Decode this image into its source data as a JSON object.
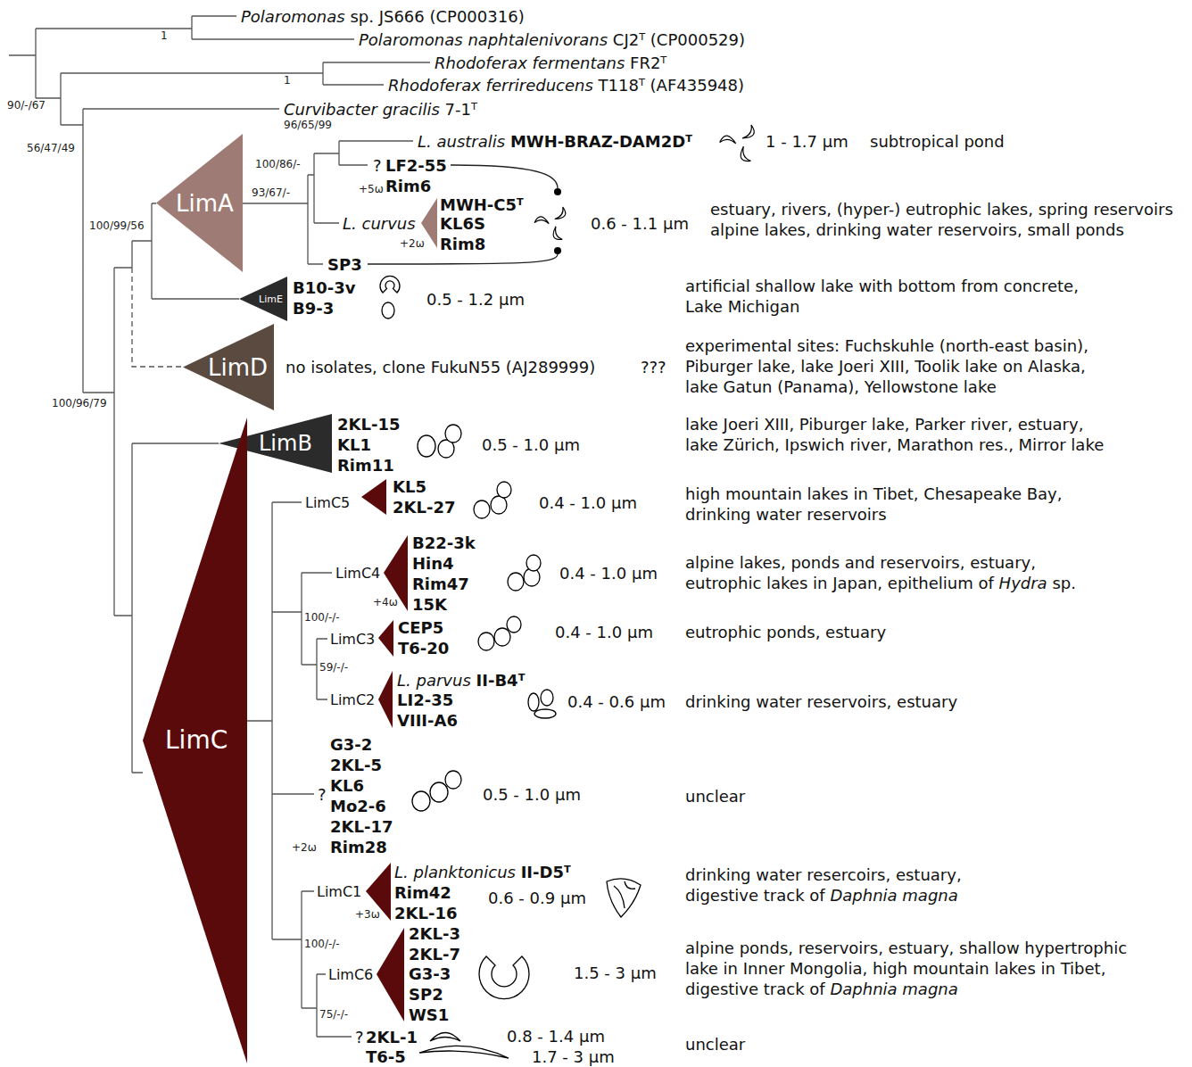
{
  "diagram": {
    "nodes": [
      {
        "text": [
          "LimA"
        ]
      },
      {
        "text": [
          "LimE"
        ]
      },
      {
        "text": [
          "LimD"
        ]
      },
      {
        "text": [
          "LimB"
        ]
      },
      {
        "text": [
          "LimC"
        ]
      }
    ],
    "labels": [
      "Polaromonas sp. JS666 (CP000316)",
      "1",
      "Polaromonas naphtalenivorans CJ2ᵀ (CP000529)",
      "Rhodoferax fermentans FR2ᵀ",
      "1",
      "Rhodoferax ferrireducens T118ᵀ (AF435948)",
      "90/-/67",
      "Curvibacter gracilis 7-1ᵀ",
      "96/65/99",
      "L. australis MWH-BRAZ-DAM2Dᵀ",
      "1 - 1.7 µm",
      "subtropical pond",
      "56/47/49",
      "100/86/-",
      "?",
      "LF2-55",
      "+5ω",
      "Rim6",
      "93/67/-",
      "MWH-C5ᵀ",
      "estuary, rivers, (hyper-) eutrophic lakes, spring reservoirs alpine lakes, drinking water reservoirs, small ponds",
      "L. curvus",
      "KL6S",
      "0.6 - 1.1 µm",
      "100/99/56",
      "+2ω",
      "Rim8",
      "SP3",
      "B10-3v",
      "artificial shallow lake with bottom from concrete, Lake Michigan",
      "0.5 - 1.2 µm",
      "B9-3",
      "experimental sites: Fuchskuhle (north-east basin), Piburger lake, lake Joeri XIII, Toolik lake on Alaska, lake Gatun (Panama), Yellowstone lake",
      "no isolates, clone FukuN55 (AJ289999)",
      "???",
      "100/96/79",
      "2KL-15",
      "lake Joeri XIII, Piburger lake, Parker river, estuary, lake Zürich, Ipswich river, Marathon res., Mirror lake",
      "KL1",
      "0.5 - 1.0 µm",
      "Rim11",
      "KL5",
      "high mountain lakes in Tibet, Chesapeake Bay, drinking water reservoirs",
      "LimC5",
      "0.4 - 1.0 µm",
      "2KL-27",
      "B22-3k",
      "alpine lakes, ponds and reservoirs, estuary, eutrophic lakes in Japan, epithelium of Hydra sp.",
      "Hin4",
      "LimC4",
      "0.4 - 1.0 µm",
      "Rim47",
      "+4ω",
      "15K",
      "100/-/-",
      "CEP5",
      "0.4 - 1.0 µm",
      "eutrophic ponds, estuary",
      "LimC3",
      "T6-20",
      "59/-/-",
      "L. parvus II-B4ᵀ",
      "LI2-35",
      "LimC2",
      "0.4 - 0.6 µm",
      "drinking water reservoirs, estuary",
      "VIII-A6",
      "G3-2",
      "2KL-5",
      "KL6",
      "?",
      "0.5 - 1.0 µm",
      "unclear",
      "Mo2-6",
      "2KL-17",
      "+2ω",
      "Rim28",
      "L. planktonicus II-D5ᵀ",
      "drinking water resercoirs, estuary, digestive track of Daphnia magna",
      "LimC1",
      "Rim42",
      "0.6 - 0.9 µm",
      "+3ω",
      "2KL-16",
      "2KL-3",
      "100/-/-",
      "alpine ponds, reservoirs, estuary, shallow hypertrophic lake in Inner Mongolia, high mountain lakes in Tibet, digestive track of Daphnia magna",
      "2KL-7",
      "1.5 - 3 µm",
      "G3-3",
      "LimC6",
      "SP2",
      "75/-/-",
      "WS1",
      "0.8 - 1.4 µm",
      "?",
      "2KL-1",
      "unclear",
      "1.7 - 3 µm",
      "T6-5"
    ]
  }
}
